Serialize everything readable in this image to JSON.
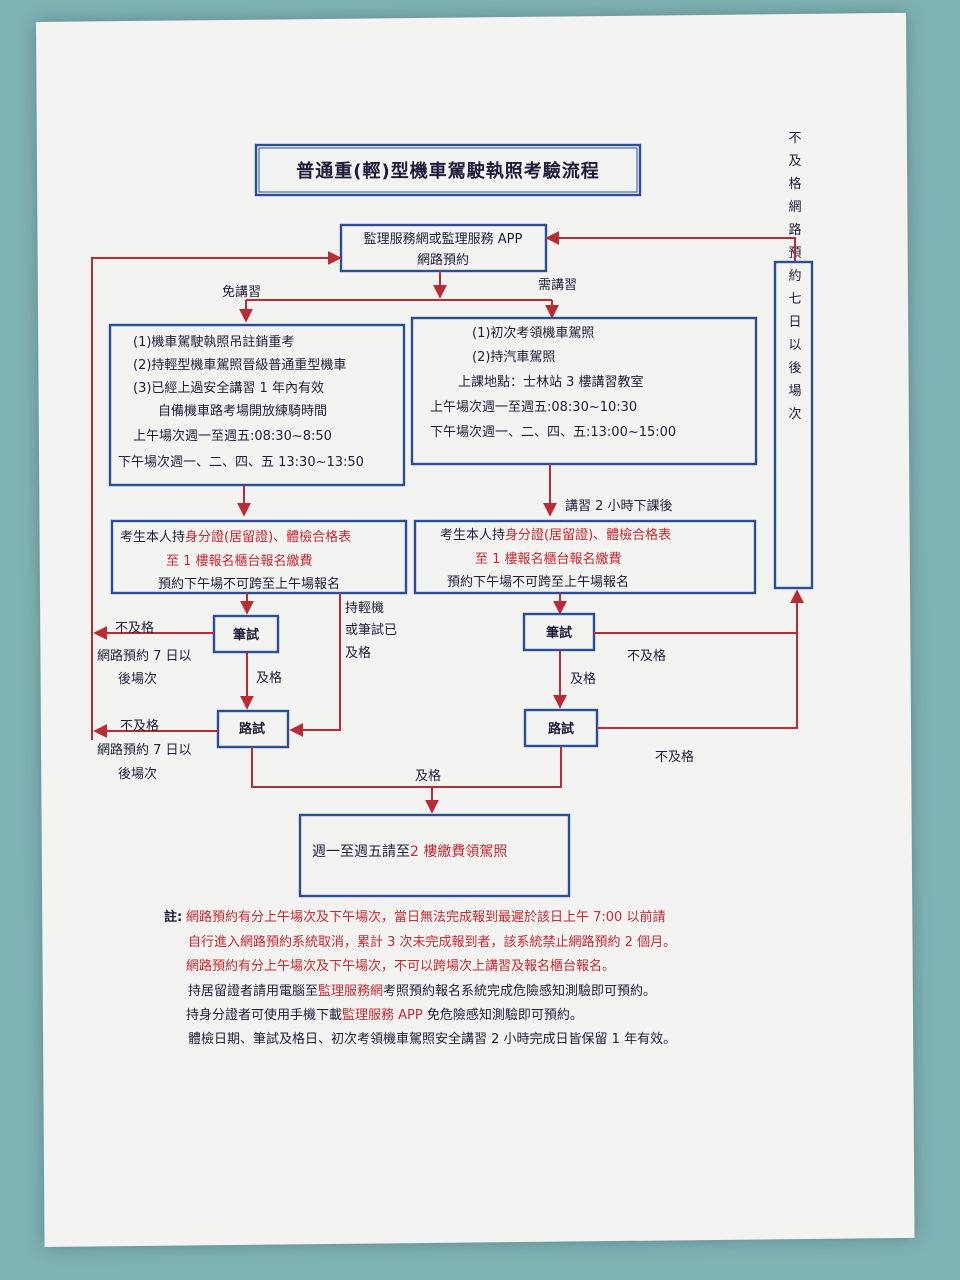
{
  "title": "普通重(輕)型機車駕駛執照考驗流程",
  "top_box": {
    "line1": "監理服務網或監理服務 APP",
    "line2": "網路預約"
  },
  "left_branch_label": "免講習",
  "right_branch_label": "需講習",
  "left_box": {
    "lines": [
      "(1)機車駕駛執照吊註銷重考",
      "(2)持輕型機車駕照晉級普通重型機車",
      "(3)已經上過安全講習 1 年內有效",
      "自備機車路考場開放練騎時間",
      "上午場次週一至週五:08:30~8:50",
      "下午場次週一、二、四、五 13:30~13:50"
    ]
  },
  "right_box": {
    "lines": [
      "(1)初次考領機車駕照",
      "(2)持汽車駕照",
      "上課地點：士林站 3 樓講習教室",
      "上午場次週一至週五:08:30~10:30",
      "下午場次週一、二、四、五:13:00~15:00"
    ]
  },
  "after_lecture_label": "講習 2 小時下課後",
  "register_box": {
    "line1_prefix": "考生本人持",
    "line1_red": "身分證(居留證)、體檢合格表",
    "line2": "至 1 樓報名櫃台報名繳費",
    "line3": "預約下午場不可跨至上午場報名"
  },
  "side_box_text": "不及格網路預約七日以後場次",
  "written_test": "筆試",
  "road_test": "路試",
  "fail_label": "不及格",
  "pass_label": "及格",
  "rebook_line1": "網路預約 7 日以",
  "rebook_line2": "後場次",
  "skip_label": {
    "line1": "持輕機",
    "line2": "或筆試已",
    "line3": "及格"
  },
  "final_box": {
    "prefix": "週一至週五請至",
    "red": "2 樓繳費領駕照"
  },
  "notes": {
    "label": "註:",
    "l1": "網路預約有分上午場次及下午場次，當日無法完成報到最遲於該日上午 7:00 以前請",
    "l2": "自行進入網路預約系統取消，累計 3 次未完成報到者，該系統禁止網路預約 2 個月。",
    "l3": "網路預約有分上午場次及下午場次，不可以跨場次上講習及報名櫃台報名。",
    "l4_a": "持居留證者請用電腦至",
    "l4_red": "監理服務網",
    "l4_b": "考照預約報名系統完成危險感知測驗即可預約。",
    "l5_a": "持身分證者可使用手機下載",
    "l5_red": "監理服務 APP",
    "l5_b": " 免危險感知測驗即可預約。",
    "l6": "體檢日期、筆試及格日、初次考領機車駕照安全講習 2 小時完成日皆保留 1 年有效。"
  },
  "colors": {
    "blue": "#2b4f96",
    "red": "#b92c36",
    "paper": "#f3f3f1",
    "wall": "#7fb3b6"
  }
}
